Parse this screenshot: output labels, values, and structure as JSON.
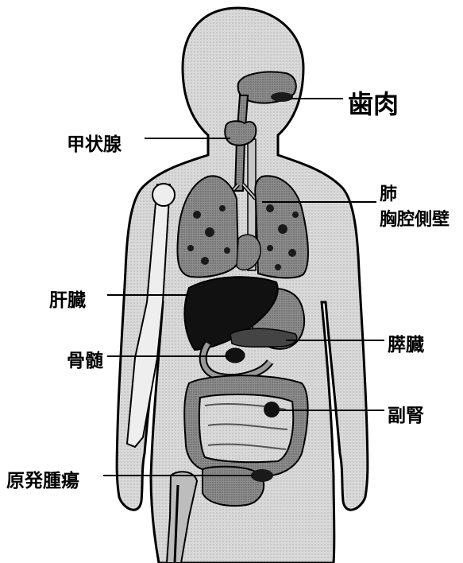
{
  "labels": {
    "gingiva": "歯肉",
    "thyroid": "甲状腺",
    "lung": "肺",
    "chest_wall": "胸腔側壁",
    "liver": "肝臓",
    "pancreas": "膵臓",
    "bone_marrow": "骨髄",
    "adrenal": "副腎",
    "primary_tumor": "原発腫瘍"
  },
  "colors": {
    "body": "#d8d8d8",
    "organ": "#8a8a8a",
    "dark": "#1a1a1a",
    "outline": "#000000"
  }
}
